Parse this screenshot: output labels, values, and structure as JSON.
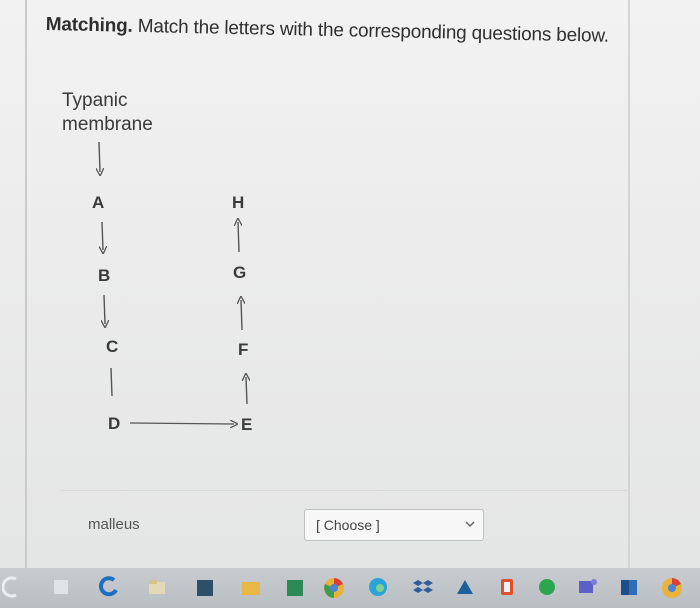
{
  "question": {
    "bold_prefix": "Matching.",
    "text": " Match the letters with the corresponding questions below."
  },
  "diagram": {
    "start_label_line1": "Typanic",
    "start_label_line2": "membrane",
    "letters": {
      "a": "A",
      "b": "B",
      "c": "C",
      "d": "D",
      "e": "E",
      "f": "F",
      "g": "G",
      "h": "H"
    }
  },
  "match": {
    "term": "malleus",
    "select_value": "[ Choose ]"
  },
  "taskbar": {
    "icons": [
      "start-icon",
      "search-icon",
      "browser-icon",
      "file-explorer-icon",
      "store-icon",
      "folder-icon",
      "mail-icon",
      "chrome-icon",
      "edge-icon",
      "dropbox-icon",
      "photos-icon",
      "office-icon",
      "skype-icon",
      "teams-icon",
      "word-icon",
      "chrome-canary-icon"
    ]
  }
}
